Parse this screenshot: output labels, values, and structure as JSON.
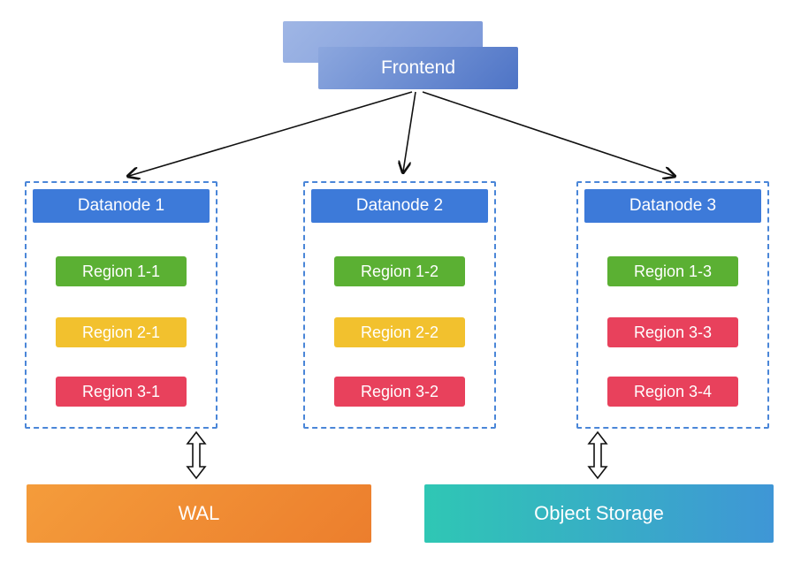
{
  "diagram": {
    "frontend": {
      "label": "Frontend"
    },
    "datanodes": [
      {
        "label": "Datanode 1",
        "regions": [
          {
            "label": "Region 1-1",
            "color": "green"
          },
          {
            "label": "Region 2-1",
            "color": "yellow"
          },
          {
            "label": "Region 3-1",
            "color": "red"
          }
        ]
      },
      {
        "label": "Datanode 2",
        "regions": [
          {
            "label": "Region 1-2",
            "color": "green"
          },
          {
            "label": "Region 2-2",
            "color": "yellow"
          },
          {
            "label": "Region 3-2",
            "color": "red"
          }
        ]
      },
      {
        "label": "Datanode 3",
        "regions": [
          {
            "label": "Region 1-3",
            "color": "green"
          },
          {
            "label": "Region 3-3",
            "color": "red"
          },
          {
            "label": "Region 3-4",
            "color": "red"
          }
        ]
      }
    ],
    "storage": {
      "wal": {
        "label": "WAL"
      },
      "object_storage": {
        "label": "Object Storage"
      }
    },
    "colors": {
      "region_green": "#5BB033",
      "region_yellow": "#F2C12E",
      "region_red": "#E8415C",
      "datanode_header": "#3D7AD9",
      "datanode_border": "#4A86D8",
      "frontend_light": "#8CA7DE",
      "frontend_dark": "#4E74C6",
      "frontend_back_light": "#9FB6E5",
      "frontend_back_dark": "#7A97D8",
      "wal_light": "#F49C3B",
      "wal_dark": "#EC7E2D",
      "object_storage_teal": "#2FC7B4",
      "object_storage_blue": "#3F96D6",
      "arrow": "#111111"
    }
  }
}
